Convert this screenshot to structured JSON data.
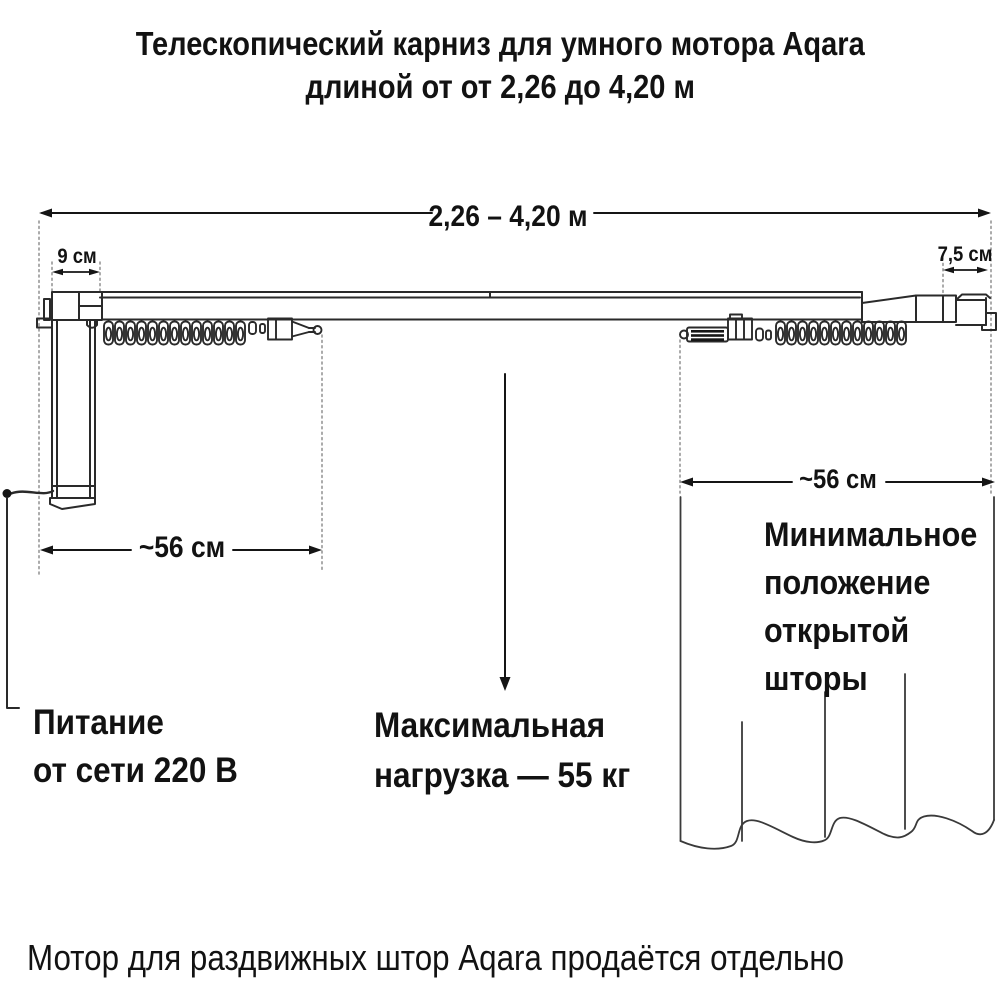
{
  "title": {
    "line1": "Телескопический карниз для умного мотора Aqara",
    "line2": "длиной от от 2,26 до 4,20 м"
  },
  "dimensions": {
    "overall_length": "2,26 – 4,20 м",
    "left_bracket_offset": "9 см",
    "right_bracket_offset": "7,5 см",
    "left_min_stack": "~56 см",
    "right_min_stack": "~56 см"
  },
  "labels": {
    "power_line1": "Питание",
    "power_line2": "от сети 220 В",
    "max_load_line1": "Максимальная",
    "max_load_line2": "нагрузка — 55 кг",
    "min_position_line1": "Минимальное",
    "min_position_line2": "положение",
    "min_position_line3": "открытой",
    "min_position_line4": "шторы"
  },
  "footer": {
    "note": "Мотор для раздвижных штор Aqara продаётся отдельно"
  },
  "colors": {
    "ink": "#1f1f1f",
    "dimension": "#151515",
    "dash": "#8f8f8f",
    "background": "#ffffff"
  }
}
